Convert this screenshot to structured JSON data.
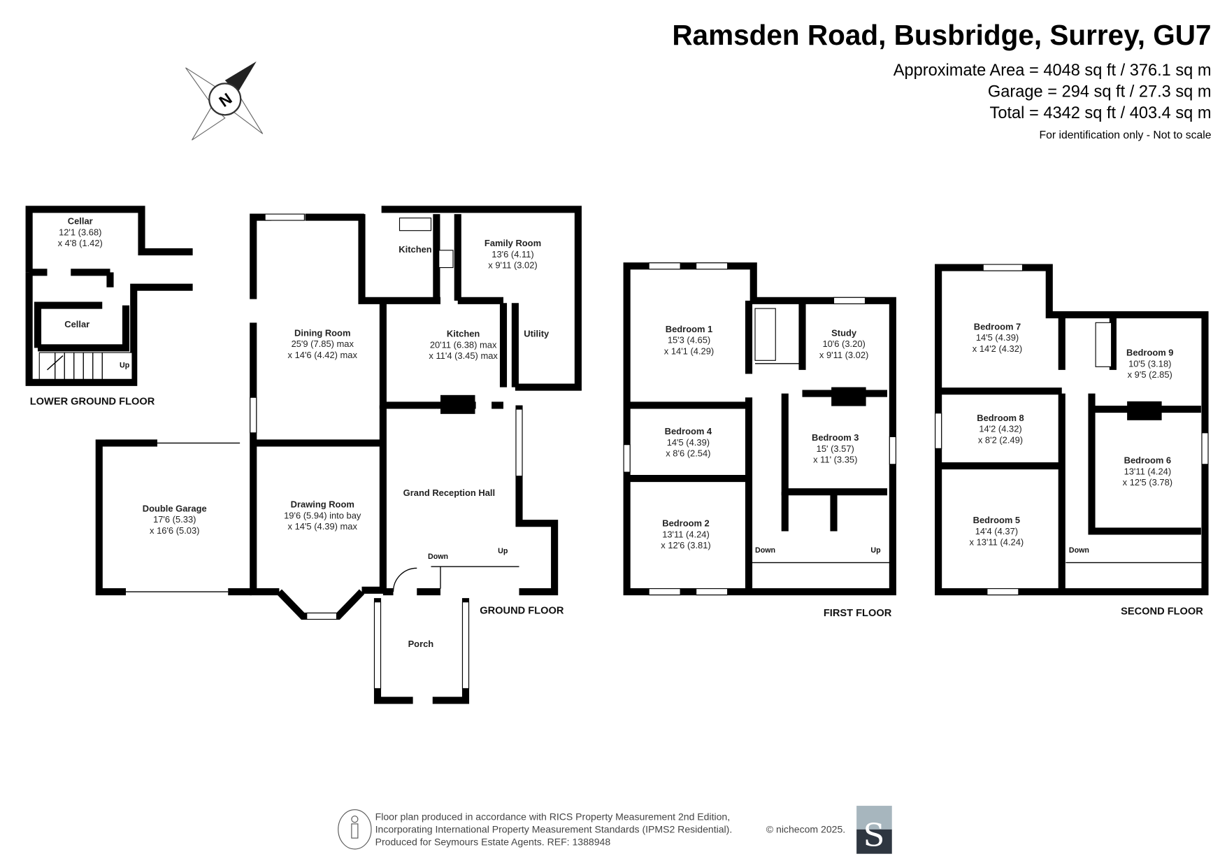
{
  "header": {
    "title": "Ramsden Road, Busbridge, Surrey, GU7",
    "approx_area": "Approximate Area = 4048 sq ft / 376.1 sq m",
    "garage_area": "Garage = 294 sq ft / 27.3 sq m",
    "total_area": "Total = 4342 sq ft / 403.4 sq m",
    "disclaimer": "For identification only - Not to scale"
  },
  "compass": {
    "label": "N"
  },
  "floors": {
    "lower_ground": {
      "label": "LOWER GROUND FLOOR",
      "rooms": [
        {
          "name": "Cellar",
          "dim1": "12'1 (3.68)",
          "dim2": "x 4'8 (1.42)"
        },
        {
          "name": "Cellar"
        }
      ],
      "stairs": {
        "up": "Up"
      }
    },
    "ground": {
      "label": "GROUND FLOOR",
      "rooms": [
        {
          "name": "Double Garage",
          "dim1": "17'6 (5.33)",
          "dim2": "x 16'6 (5.03)"
        },
        {
          "name": "Dining Room",
          "dim1": "25'9 (7.85) max",
          "dim2": "x 14'6 (4.42) max"
        },
        {
          "name": "Drawing Room",
          "dim1": "19'6 (5.94) into bay",
          "dim2": "x 14'5 (4.39) max"
        },
        {
          "name": "Kitchen"
        },
        {
          "name": "Family Room",
          "dim1": "13'6 (4.11)",
          "dim2": "x 9'11 (3.02)"
        },
        {
          "name": "Kitchen",
          "dim1": "20'11 (6.38) max",
          "dim2": "x 11'4 (3.45) max"
        },
        {
          "name": "Utility"
        },
        {
          "name": "Grand Reception Hall"
        },
        {
          "name": "Porch"
        }
      ],
      "stairs": {
        "down": "Down",
        "up": "Up"
      }
    },
    "first": {
      "label": "FIRST FLOOR",
      "rooms": [
        {
          "name": "Bedroom 1",
          "dim1": "15'3 (4.65)",
          "dim2": "x 14'1 (4.29)"
        },
        {
          "name": "Study",
          "dim1": "10'6 (3.20)",
          "dim2": "x 9'11 (3.02)"
        },
        {
          "name": "Bedroom 4",
          "dim1": "14'5 (4.39)",
          "dim2": "x 8'6 (2.54)"
        },
        {
          "name": "Bedroom 3",
          "dim1": "15' (3.57)",
          "dim2": "x 11' (3.35)"
        },
        {
          "name": "Bedroom 2",
          "dim1": "13'11 (4.24)",
          "dim2": "x 12'6 (3.81)"
        }
      ],
      "stairs": {
        "down": "Down",
        "up": "Up"
      }
    },
    "second": {
      "label": "SECOND FLOOR",
      "rooms": [
        {
          "name": "Bedroom 7",
          "dim1": "14'5 (4.39)",
          "dim2": "x 14'2 (4.32)"
        },
        {
          "name": "Bedroom 9",
          "dim1": "10'5 (3.18)",
          "dim2": "x 9'5 (2.85)"
        },
        {
          "name": "Bedroom 8",
          "dim1": "14'2 (4.32)",
          "dim2": "x 8'2 (2.49)"
        },
        {
          "name": "Bedroom 6",
          "dim1": "13'11 (4.24)",
          "dim2": "x 12'5 (3.78)"
        },
        {
          "name": "Bedroom 5",
          "dim1": "14'4 (4.37)",
          "dim2": "x 13'11 (4.24)"
        }
      ],
      "stairs": {
        "down": "Down"
      }
    }
  },
  "footer": {
    "line1": "Floor plan produced in accordance with RICS Property Measurement 2nd Edition,",
    "line2": "Incorporating International Property Measurement Standards (IPMS2 Residential).",
    "copyright": "© nichecom 2025.",
    "line3": "Produced for Seymours Estate Agents.   REF: 1388948",
    "logo_letter": "S",
    "logo_colors": {
      "top": "#a7b6be",
      "bottom": "#2e3640"
    }
  }
}
